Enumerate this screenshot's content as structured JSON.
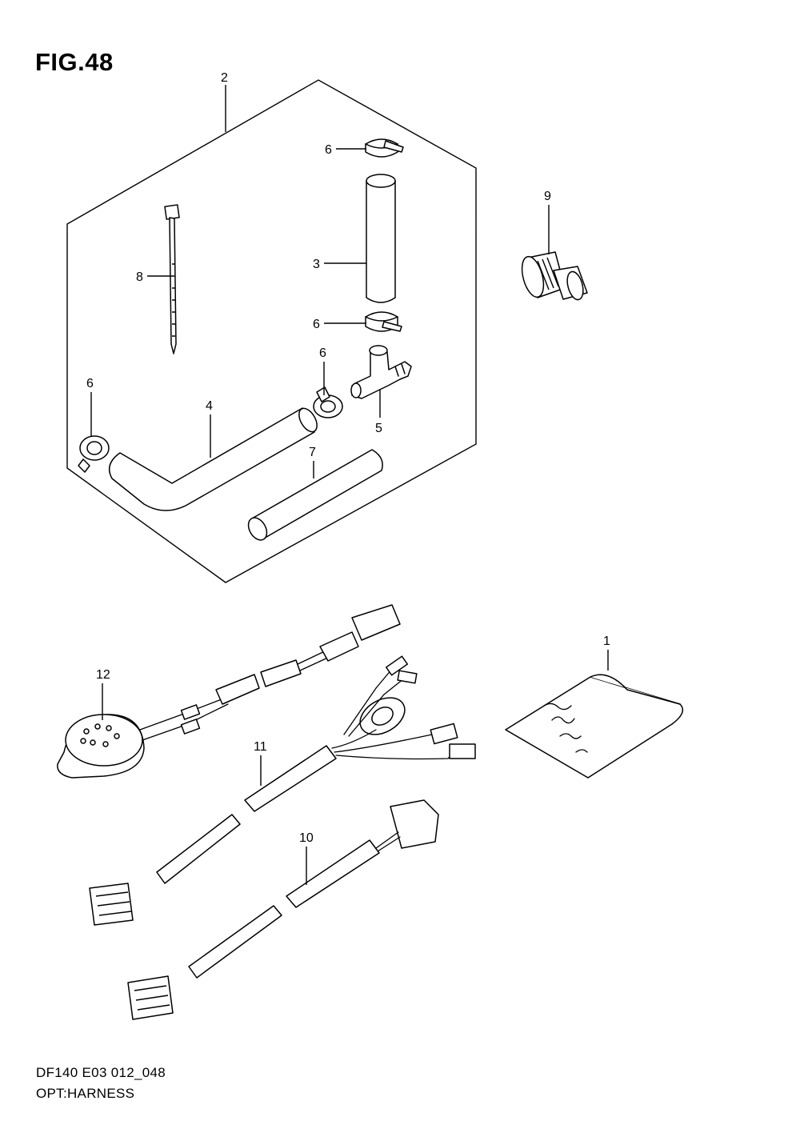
{
  "figure": {
    "title": "FIG.48",
    "code": "DF140 E03 012_048",
    "name": "OPT:HARNESS"
  },
  "callouts": {
    "c1": "1",
    "c2": "2",
    "c3": "3",
    "c4": "4",
    "c5": "5",
    "c6a": "6",
    "c6b": "6",
    "c6c": "6",
    "c6d": "6",
    "c7": "7",
    "c8": "8",
    "c9": "9",
    "c10": "10",
    "c11": "11",
    "c12": "12"
  }
}
